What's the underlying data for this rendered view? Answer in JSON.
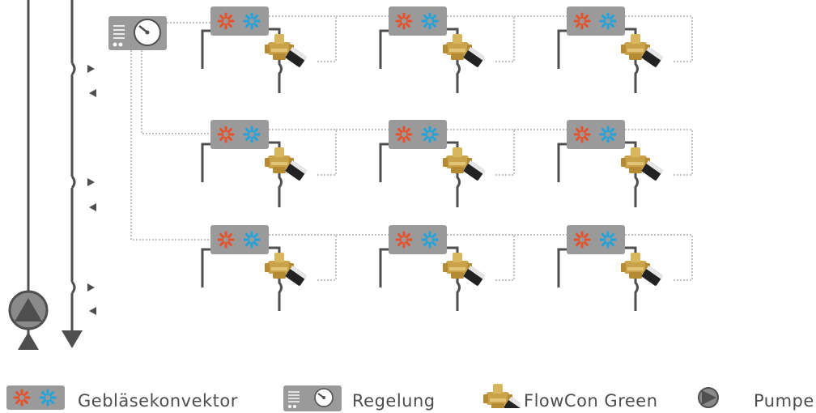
{
  "diagram": {
    "description_free": true,
    "floors": 3,
    "units_per_floor": 3
  },
  "colors": {
    "pipe": "#4f4f4f",
    "unit_box": "#9a9a9a",
    "fan_warm": "#e8502a",
    "fan_cool": "#1fa3dd",
    "valve_brass": "#c9a24a",
    "valve_actuator": "#222222",
    "control_line": "#9a9a9a"
  },
  "legend": {
    "fan_coil": "Gebläsekonvektor",
    "controller": "Regelung",
    "valve": "FlowCon Green",
    "pump": "Pumpe"
  }
}
